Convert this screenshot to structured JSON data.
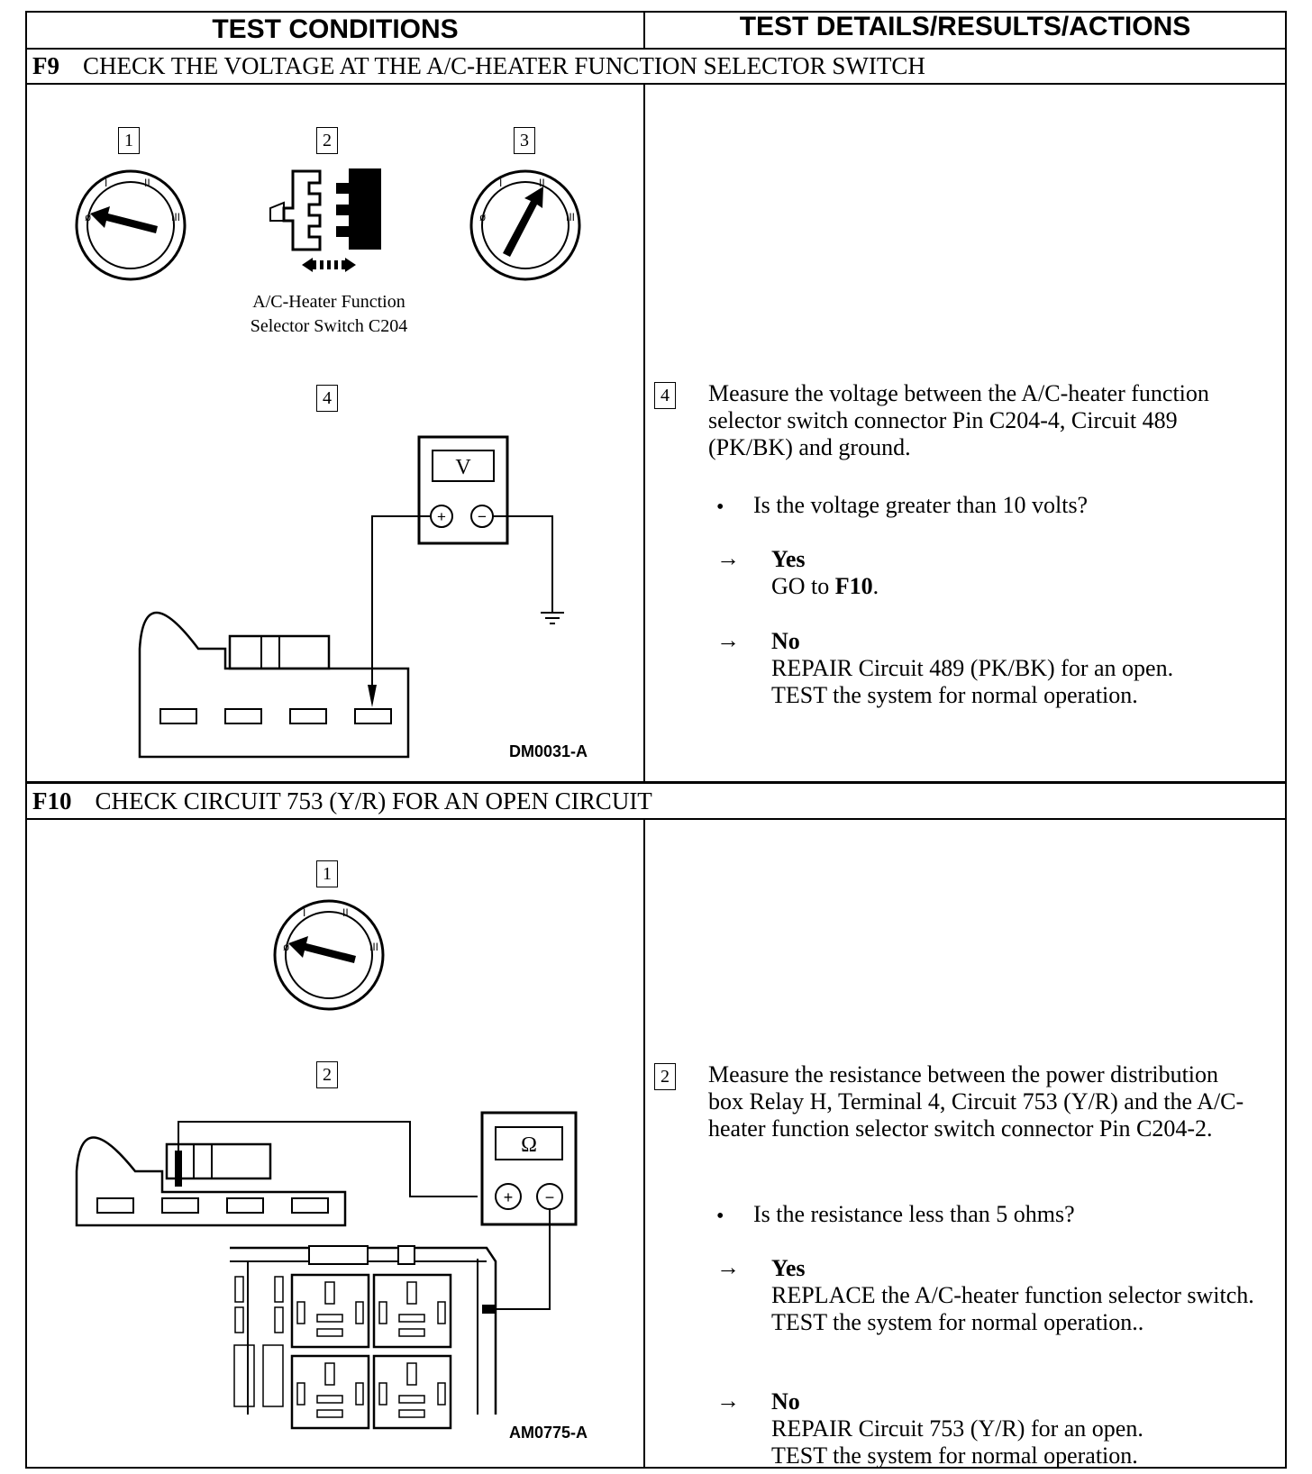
{
  "headers": {
    "left": "TEST CONDITIONS",
    "right": "TEST DETAILS/RESULTS/ACTIONS"
  },
  "f9": {
    "id": "F9",
    "title": "CHECK THE VOLTAGE AT THE A/C-HEATER FUNCTION SELECTOR SWITCH",
    "steps": [
      "1",
      "2",
      "3",
      "4"
    ],
    "connector_caption_1": "A/C-Heater Function",
    "connector_caption_2": "Selector Switch C204",
    "meter_symbol": "V",
    "figure_code": "DM0031-A",
    "step_num": "4",
    "instruction": "Measure the voltage between the A/C-heater function selector switch connector Pin C204-4, Circuit 489 (PK/BK) and ground.",
    "question": "Is the voltage greater than 10 volts?",
    "yes_label": "Yes",
    "yes_prefix": "GO to ",
    "yes_ref": "F10",
    "yes_suffix": ".",
    "no_label": "No",
    "no_text_1": "REPAIR Circuit 489 (PK/BK) for an open.",
    "no_text_2": "TEST the system for normal operation."
  },
  "f10": {
    "id": "F10",
    "title": "CHECK CIRCUIT 753 (Y/R) FOR AN OPEN CIRCUIT",
    "steps": [
      "1",
      "2"
    ],
    "meter_symbol": "Ω",
    "figure_code": "AM0775-A",
    "step_num": "2",
    "instruction": "Measure the resistance between the power distribution box Relay H, Terminal 4, Circuit 753 (Y/R) and the A/C-heater function selector switch connector Pin C204-2.",
    "question": "Is the resistance less than 5 ohms?",
    "yes_label": "Yes",
    "yes_text": "REPLACE the A/C-heater function selector switch. TEST the system for normal operation..",
    "no_label": "No",
    "no_text_1": "REPAIR Circuit 753 (Y/R) for an open.",
    "no_text_2": "TEST the system for normal operation."
  },
  "symbols": {
    "arrow": "→",
    "bullet": "•",
    "plus": "+",
    "minus": "−"
  },
  "icons": [
    "ignition-switch-off-icon",
    "connector-disconnect-icon",
    "ignition-switch-run-icon",
    "voltmeter-icon",
    "ohmmeter-icon",
    "ground-icon",
    "power-distribution-box-icon"
  ]
}
